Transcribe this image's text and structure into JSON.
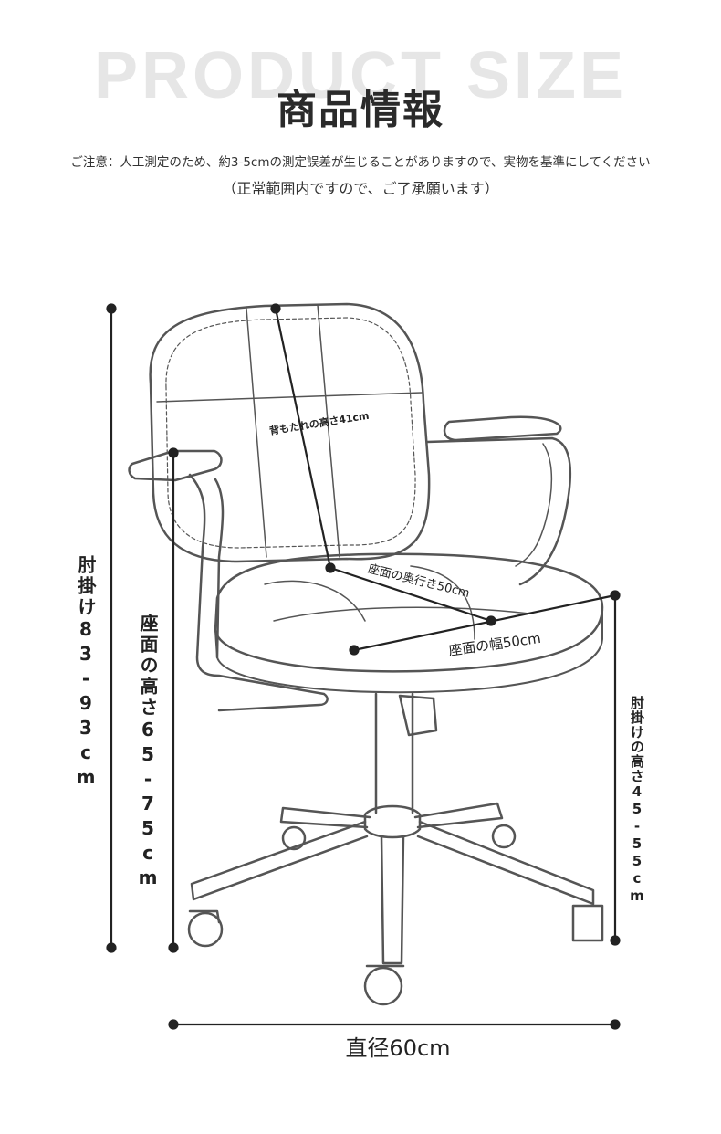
{
  "header": {
    "bg_title": "PRODUCT SIZE",
    "title": "商品情報",
    "note_line1": "ご注意：人工測定のため、約3-5cmの測定誤差が生じることがありますので、実物を基準にしてください",
    "note_line2": "（正常範囲内ですので、ご了承願います）"
  },
  "dimensions": {
    "backrest_height": "背もたれの高さ41cm",
    "seat_depth": "座面の奥行き50cm",
    "seat_width": "座面の幅50cm",
    "armrest_total_height": "肘掛け83-93cm",
    "seat_height": "座面の高さ65-75cm",
    "armrest_height": "肘掛けの高さ45-55cm",
    "base_diameter": "直径60cm"
  },
  "colors": {
    "line": "#222222",
    "outline": "#555555",
    "bg_title": "#e6e6e6"
  }
}
